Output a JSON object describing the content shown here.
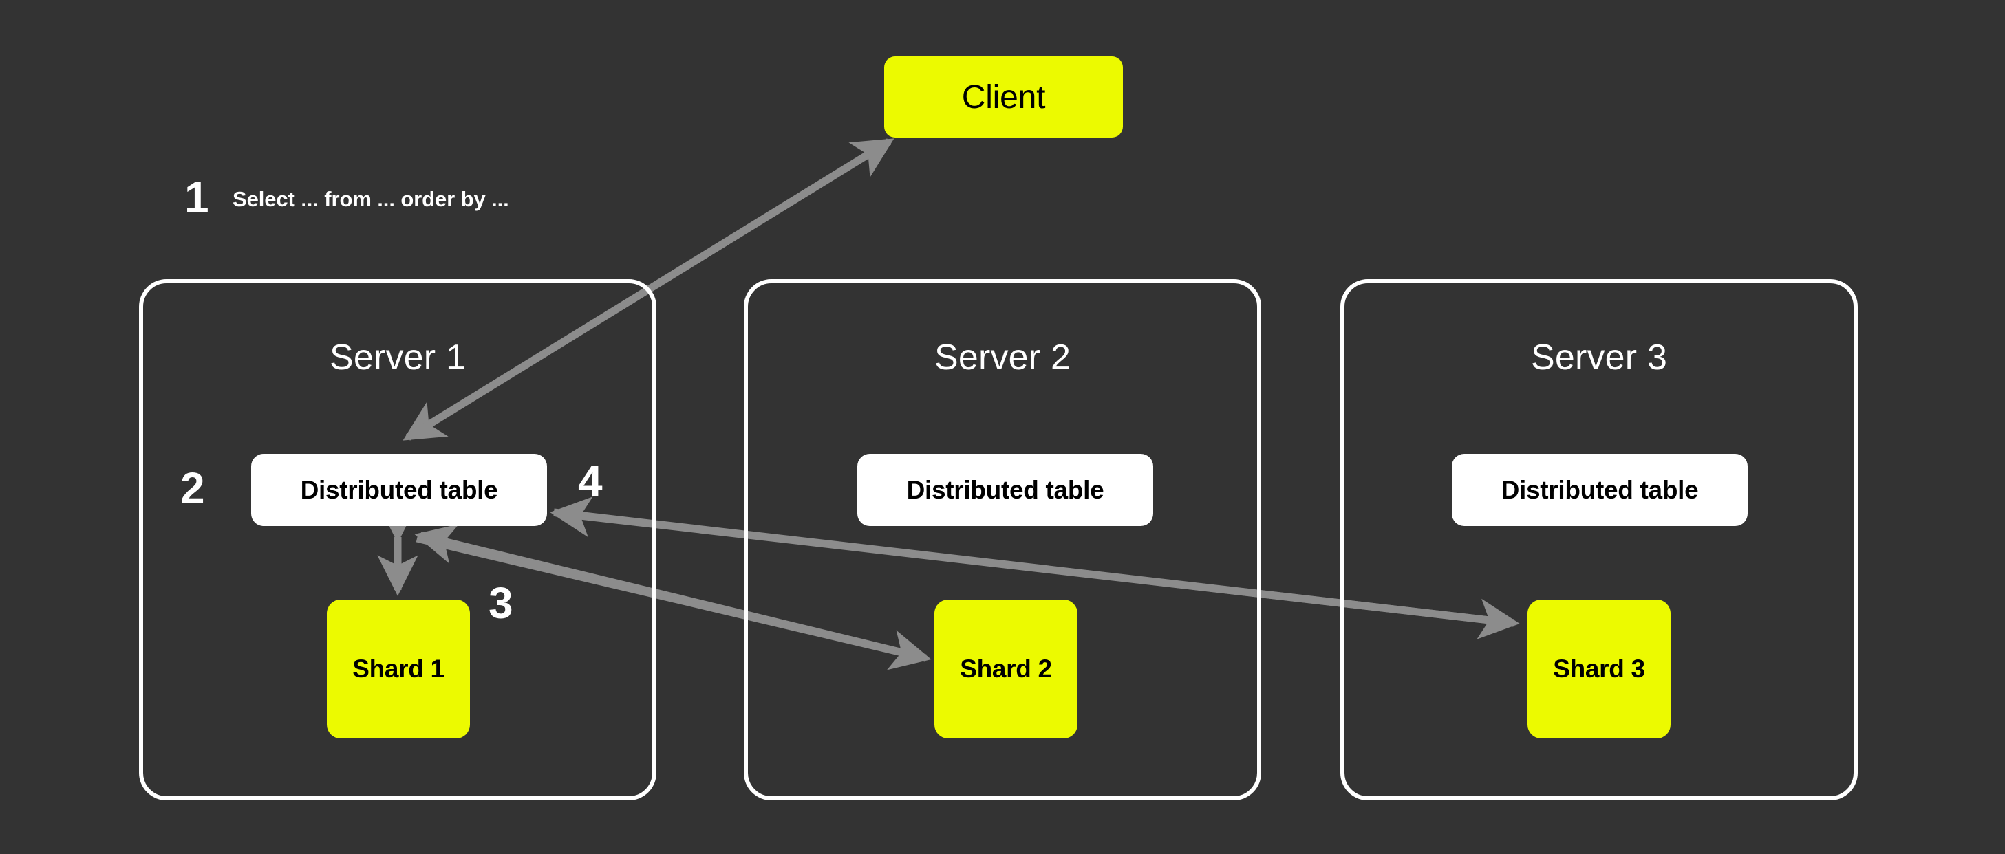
{
  "diagram": {
    "title": "Distributed query execution across sharded servers",
    "background_color": "#333333",
    "accent_color": "#ecfa00",
    "frame_color": "#ffffff",
    "arrow_color": "#8c8c8c"
  },
  "client": {
    "label": "Client"
  },
  "steps": [
    {
      "number": "1",
      "caption": "Select ... from ... order by ..."
    },
    {
      "number": "2",
      "caption": ""
    },
    {
      "number": "3",
      "caption": ""
    },
    {
      "number": "4",
      "caption": ""
    }
  ],
  "step_labels": {
    "one": "1",
    "two": "2",
    "three": "3",
    "four": "4"
  },
  "query": {
    "text": "Select ... from ... order by ..."
  },
  "servers": [
    {
      "title": "Server 1",
      "distributed_table": "Distributed table",
      "shard": "Shard 1"
    },
    {
      "title": "Server 2",
      "distributed_table": "Distributed table",
      "shard": "Shard 2"
    },
    {
      "title": "Server 3",
      "distributed_table": "Distributed table",
      "shard": "Shard 3"
    }
  ]
}
